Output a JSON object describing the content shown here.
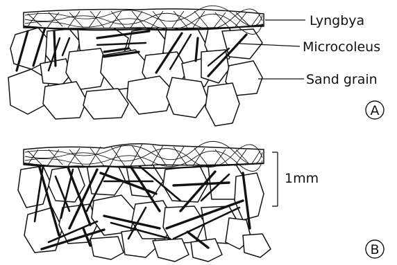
{
  "labels": {
    "lyngbya": "Lyngbya",
    "microcoleus": "Microcoleus",
    "sand_grain": "Sand grain",
    "scale": "1mm"
  },
  "panels": [
    {
      "id": "A",
      "label": "A"
    },
    {
      "id": "B",
      "label": "B"
    }
  ],
  "colors": {
    "ink": "#111111",
    "paper": "#ffffff"
  }
}
